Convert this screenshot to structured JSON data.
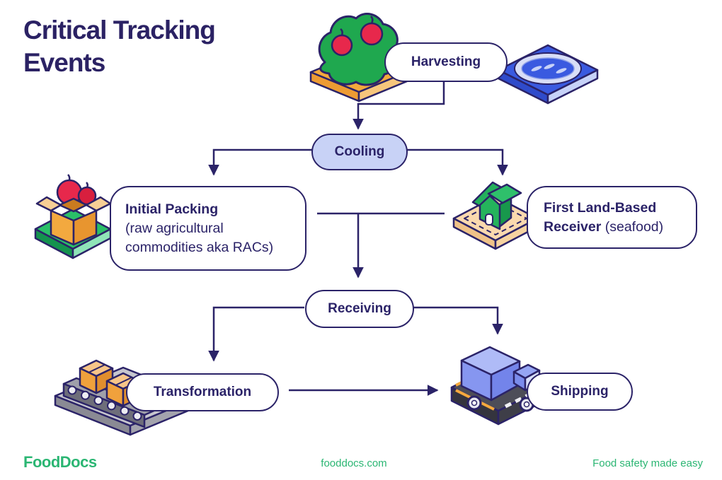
{
  "page": {
    "title": "Critical Tracking Events"
  },
  "nodes": {
    "harvesting": "Harvesting",
    "cooling": "Cooling",
    "initial_packing_title": "Initial Packing",
    "initial_packing_subtitle": "(raw agricultural commodities aka RACs)",
    "first_receiver_line1": "First Land-Based",
    "first_receiver_line2_bold": "Receiver",
    "first_receiver_line2_normal": "(seafood)",
    "receiving": "Receiving",
    "transformation": "Transformation",
    "shipping": "Shipping"
  },
  "illustrations": {
    "harvesting_left": "tomato-bush-on-orange-field-tile",
    "harvesting_right": "aquaculture-pond-on-blue-tile",
    "initial_packing": "apple-crate-on-green-tile",
    "first_receiver": "green-warehouse-on-tan-dashed-tile",
    "transformation": "conveyor-belt-with-boxes",
    "shipping": "blue-delivery-truck-on-road-tile"
  },
  "footer": {
    "logo": "FoodDocs",
    "website": "fooddocs.com",
    "tagline": "Food safety made easy"
  },
  "colors": {
    "ink_navy": "#2B2368",
    "cooling_fill": "#C8D2F6",
    "brand_green": "#2BB673",
    "tile_orange": "#F4A93C",
    "tile_green": "#2ABF68",
    "tile_blue": "#3A5AE0",
    "tile_tan": "#FBD9AE",
    "crop_red": "#E7284C",
    "truck_blue": "#8696F0"
  }
}
